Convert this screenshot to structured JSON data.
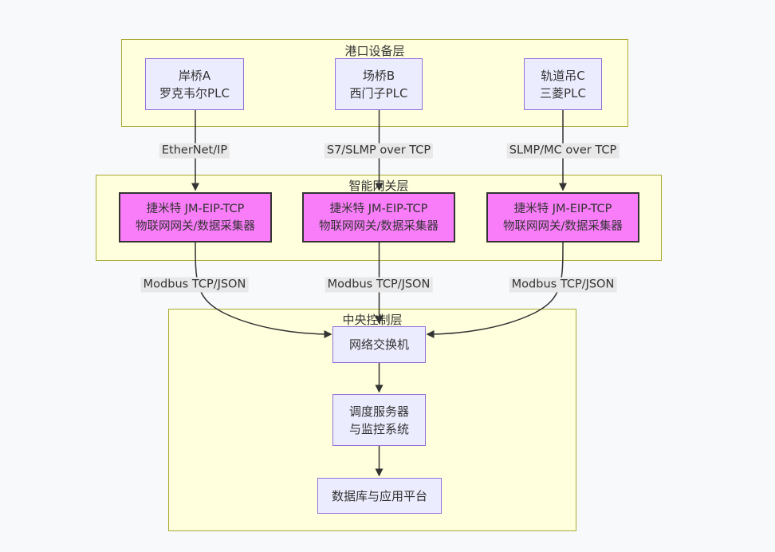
{
  "diagram": {
    "type": "layered-flowchart",
    "clusters": {
      "port": {
        "title": "港口设备层"
      },
      "gateway": {
        "title": "智能网关层"
      },
      "control": {
        "title": "中央控制层"
      }
    },
    "port_nodes": [
      {
        "line1": "岸桥A",
        "line2": "罗克韦尔PLC"
      },
      {
        "line1": "场桥B",
        "line2": "西门子PLC"
      },
      {
        "line1": "轨道吊C",
        "line2": "三菱PLC"
      }
    ],
    "gateway_nodes": [
      {
        "line1": "捷米特 JM-EIP-TCP",
        "line2": "物联网网关/数据采集器"
      },
      {
        "line1": "捷米特 JM-EIP-TCP",
        "line2": "物联网网关/数据采集器"
      },
      {
        "line1": "捷米特 JM-EIP-TCP",
        "line2": "物联网网关/数据采集器"
      }
    ],
    "control_nodes": {
      "switch": {
        "line1": "网络交换机"
      },
      "server": {
        "line1": "调度服务器",
        "line2": "与监控系统"
      },
      "database": {
        "line1": "数据库与应用平台"
      }
    },
    "edge_labels": {
      "row1": [
        "EtherNet/IP",
        "S7/SLMP over TCP",
        "SLMP/MC over TCP"
      ],
      "row2": [
        "Modbus TCP/JSON",
        "Modbus TCP/JSON",
        "Modbus TCP/JSON"
      ]
    },
    "colors": {
      "cluster_fill": "#ffffde",
      "cluster_border": "#aaaa33",
      "node_fill": "#ececff",
      "node_border": "#9370db",
      "gateway_fill": "#f97df9",
      "gateway_border": "#333333",
      "edge": "#333333",
      "label_bg": "#e8e8e8",
      "text": "#333333",
      "page_bg": "#f8f9fb"
    }
  }
}
